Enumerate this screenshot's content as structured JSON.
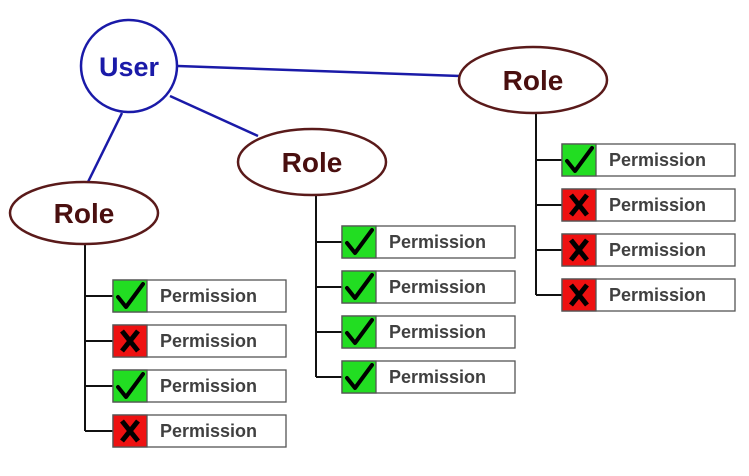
{
  "user": {
    "label": "User",
    "color": "#1a1aa8"
  },
  "roles": [
    {
      "label": "Role",
      "permissions": [
        {
          "label": "Permission",
          "granted": true
        },
        {
          "label": "Permission",
          "granted": false
        },
        {
          "label": "Permission",
          "granted": true
        },
        {
          "label": "Permission",
          "granted": false
        }
      ]
    },
    {
      "label": "Role",
      "permissions": [
        {
          "label": "Permission",
          "granted": true
        },
        {
          "label": "Permission",
          "granted": true
        },
        {
          "label": "Permission",
          "granted": true
        },
        {
          "label": "Permission",
          "granted": true
        }
      ]
    },
    {
      "label": "Role",
      "permissions": [
        {
          "label": "Permission",
          "granted": true
        },
        {
          "label": "Permission",
          "granted": false
        },
        {
          "label": "Permission",
          "granted": false
        },
        {
          "label": "Permission",
          "granted": false
        }
      ]
    }
  ],
  "colors": {
    "role_text": "#4a0f0f",
    "role_stroke": "#5a1a1a",
    "granted": "#22dd22",
    "denied": "#ee1111",
    "connector_user": "#1a1aa8",
    "connector_role": "#111111"
  },
  "icons": {
    "granted": "check-icon",
    "denied": "x-icon"
  }
}
